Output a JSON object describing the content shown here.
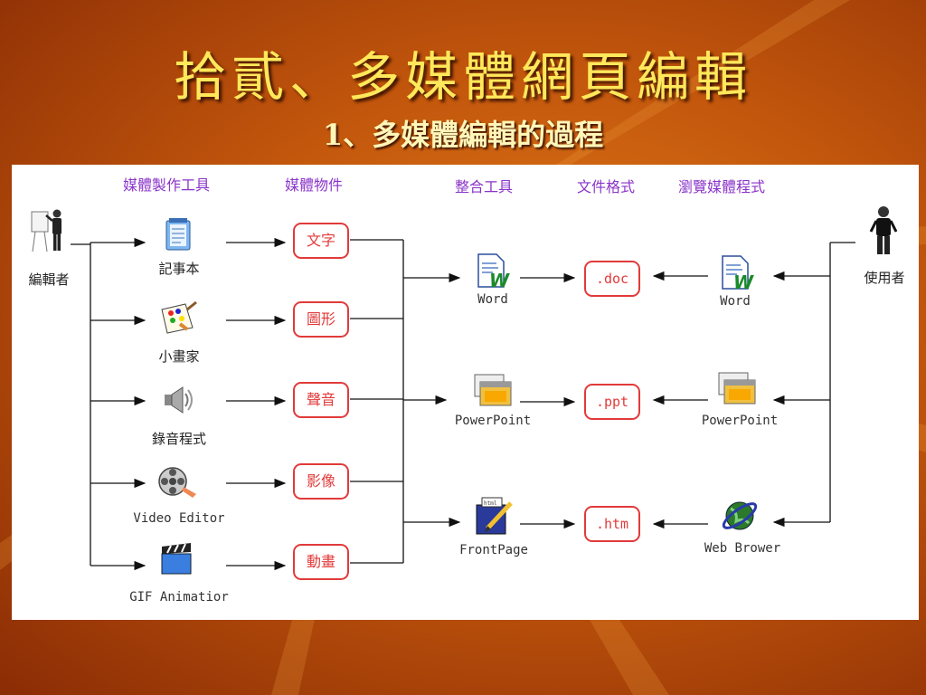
{
  "title": "拾貳、多媒體網頁編輯",
  "subtitle": "1、多媒體編輯的過程",
  "headers": {
    "tools": "媒體製作工具",
    "objects": "媒體物件",
    "integration": "整合工具",
    "formats": "文件格式",
    "browsers": "瀏覽媒體程式"
  },
  "editor_label": "編輯者",
  "user_label": "使用者",
  "tools": [
    "記事本",
    "小畫家",
    "錄音程式",
    "Video Editor",
    "GIF Animatior"
  ],
  "objects": [
    "文字",
    "圖形",
    "聲音",
    "影像",
    "動畫"
  ],
  "integration": [
    "Word",
    "PowerPoint",
    "FrontPage"
  ],
  "formats": [
    ".doc",
    ".ppt",
    ".htm"
  ],
  "browsers": [
    "Word",
    "PowerPoint",
    "Web Brower"
  ],
  "colors": {
    "header": "#8a34c9",
    "box_border": "#e23a3a",
    "title": "#ffe85a"
  },
  "icons": [
    "presenter-icon",
    "notepad-icon",
    "paint-icon",
    "speaker-icon",
    "film-reel-icon",
    "clapperboard-icon",
    "word-doc-icon",
    "powerpoint-icon",
    "frontpage-icon",
    "web-browser-icon",
    "person-icon"
  ]
}
